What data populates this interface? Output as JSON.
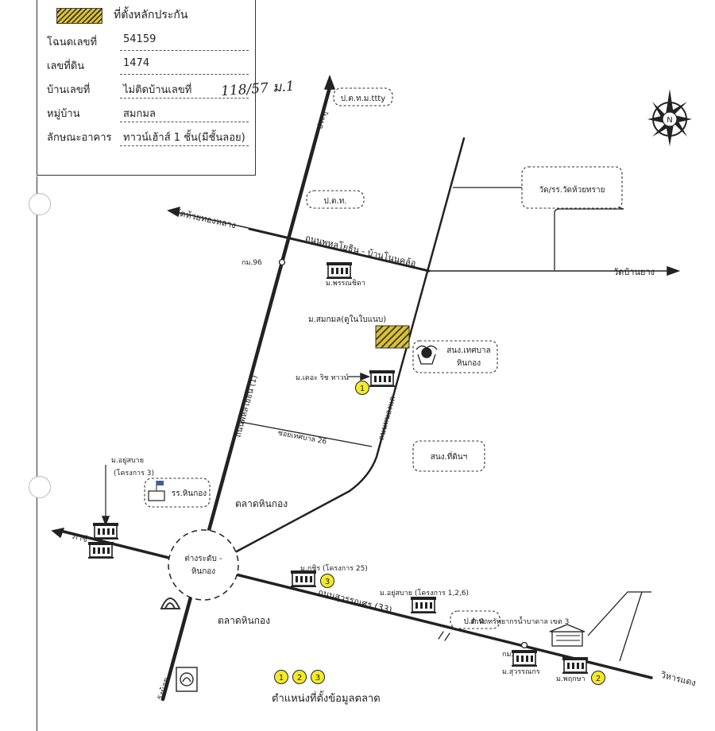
{
  "legend": {
    "title": "ที่ตั้งหลักประกัน",
    "rows": [
      {
        "label": "โฉนดเลขที่",
        "value": "54159"
      },
      {
        "label": "เลขที่ดิน",
        "value": "1474"
      },
      {
        "label": "บ้านเลขที่",
        "value": "ไม่ติดบ้านเลขที่"
      },
      {
        "label": "หมู่บ้าน",
        "value": "สมกมล"
      },
      {
        "label": "ลักษณะอาคาร",
        "value": "ทาวน์เฮ้าส์ 1 ชั้น(มีชั้นลอย)"
      }
    ],
    "handwriting": "118/57 ม.1",
    "swatch_color": "#d8c23a"
  },
  "compass": {
    "north_label": "N"
  },
  "roads": {
    "phahon_yothin": "ถนนพหลโยธิน (1)",
    "phahon_yothin_north": "ประตู",
    "phahon_ban_nong_khlo": "ถนนพหลโยธิน - บ้านโนนคล้อ",
    "nong_khae": "ถนนหนองแค",
    "suwannason": "ถนนสุวรรณศร (33)",
    "soi_thetsaban_26": "ซอยเทศบาล 26",
    "to_wat_huai_thong_lang": "วัดห้วยทองหลาง",
    "to_wat_ban_yang": "วัดบ้านยาง",
    "to_phachi": "ภาชี",
    "to_wang_noi": "วังน้อย",
    "to_wihan_daeng": "วิหารแดง"
  },
  "boxes": {
    "ptt_top": "ป.ต.ท.ม.ttty",
    "ptt_mid": "ป.ต.ท.",
    "wat_school": "วัด/รร.วัดห้วยทราย",
    "municipality_1": "สนง.เทศบาล",
    "municipality_2": "หินกอง",
    "land_office": "สนง.ที่ดินฯ",
    "school": "รร.หินกอง",
    "ptt_bottom": "ป.ต.ท.",
    "interchange_1": "ต่างระดับ -",
    "interchange_2": "หินกอง"
  },
  "labels": {
    "km96": "กม.96",
    "km93": "กม.93",
    "moo_phanchida": "ม.พรรณชิดา",
    "moo_somkamon": "ม.สมกมล(ดูในใบแนบ)",
    "moo_the_rich_town": "ม.เดอะ ริช ทาวน์",
    "moo_yusabai_3_1": "ม.อยู่สบาย",
    "moo_yusabai_3_2": "(โครงการ 3)",
    "market_1": "ตลาดหินกอง",
    "market_2": "ตลาดหินกอง",
    "moo_kachiro": "ม.กชิร (โครงการ 25)",
    "moo_yusabai_126": "ม.อยู่สบาย (โครงการ 1,2,6)",
    "water_office": "สำนักทรัพยากรน้ำบาดาล เขต 3",
    "moo_suwannakorn": "ม.สุวรรณกร",
    "moo_pruksa": "ม.พฤกษา",
    "market_caption": "ตำแหน่งที่ตั้งข้อมูลตลาด"
  },
  "markers": [
    "1",
    "2",
    "3"
  ]
}
